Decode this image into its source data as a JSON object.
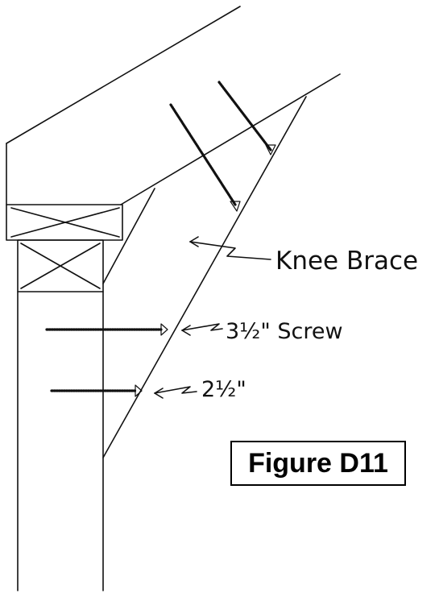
{
  "labels": {
    "knee_brace": "Knee Brace",
    "screw_long": "3½\" Screw",
    "screw_short": "2½\""
  },
  "figure_label": "Figure D11",
  "colors": {
    "ink": "#111111",
    "paper": "#ffffff"
  }
}
